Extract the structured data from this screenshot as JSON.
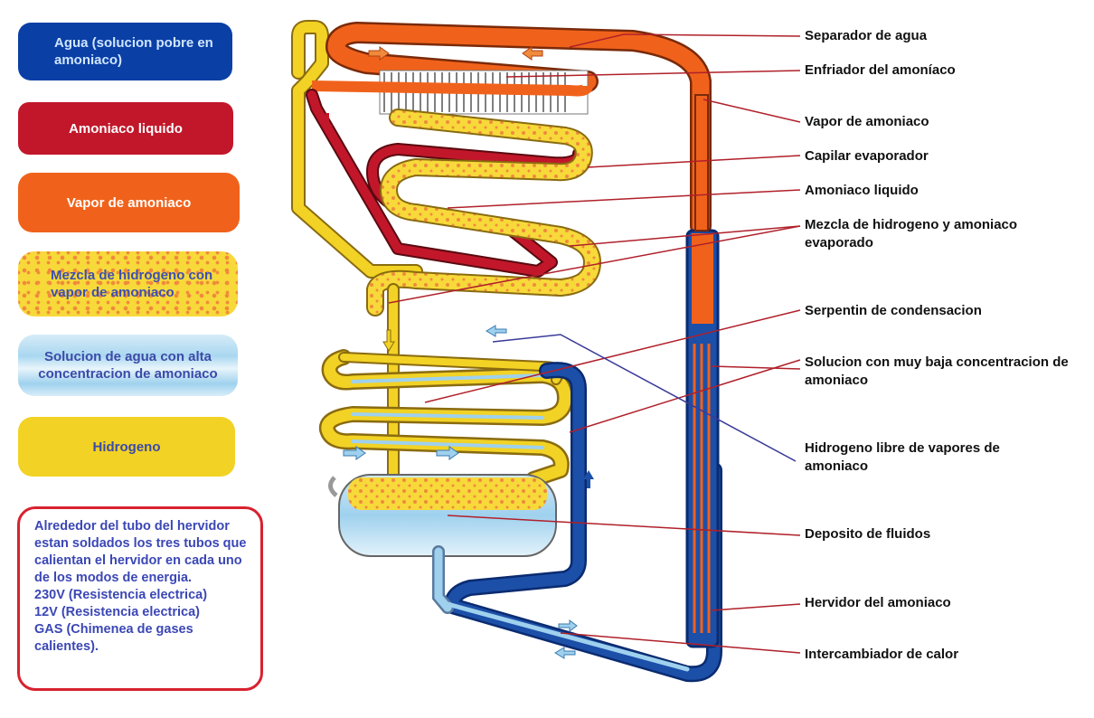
{
  "legend": {
    "agua": "Agua (solucion pobre en amoniaco)",
    "amoniaco_liquido": "Amoniaco liquido",
    "vapor_amoniaco": "Vapor de amoniaco",
    "mezcla": "Mezcla de hidrogeno con vapor de amoniaco",
    "solucion": "Solucion de agua con alta concentracion de amoniaco",
    "hidrogeno": "Hidrogeno"
  },
  "note": {
    "text": "Alrededor del tubo del hervidor estan soldados los tres tubos que calientan el hervidor en cada uno de los modos de energia.",
    "line_230v": "230V (Resistencia electrica)",
    "line_12v": "12V (Resistencia electrica)",
    "line_gas": "GAS (Chimenea de gases calientes)."
  },
  "labels": {
    "separador": "Separador de agua",
    "enfriador": "Enfriador del amoníaco",
    "vapor": "Vapor de amoniaco",
    "capilar": "Capilar evaporador",
    "amoniaco_liquido": "Amoniaco liquido",
    "mezcla": "Mezcla de hidrogeno y amoniaco evaporado",
    "serpentin": "Serpentin de condensacion",
    "solucion_baja": "Solucion con muy baja concentracion de amoniaco",
    "hidrogeno_libre": "Hidrogeno libre de vapores de amoniaco",
    "deposito": "Deposito de fluidos",
    "hervidor": "Hervidor del amoniaco",
    "intercambiador": "Intercambiador de calor"
  },
  "colors": {
    "agua": "#0a3fa6",
    "amoniaco_liquido": "#c2172a",
    "vapor": "#f0621b",
    "hidrogeno": "#f2d224",
    "leader_red": "#b0202a",
    "leader_blue": "#3a3a9a",
    "note_border": "#d8222f"
  }
}
